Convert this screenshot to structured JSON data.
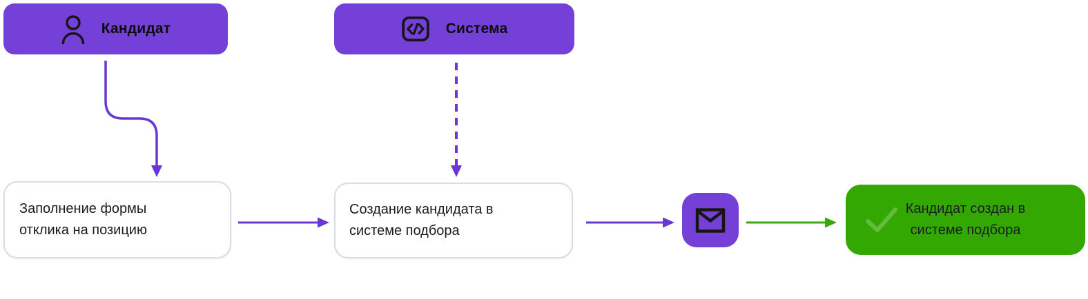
{
  "colors": {
    "actor_fill": "#7440D8",
    "arrow_purple": "#6A36D4",
    "result_fill": "#33A702",
    "arrow_green": "#39A80D",
    "step_border": "#D8DBE8",
    "icon_stroke": "#161616"
  },
  "flow": {
    "actors": [
      {
        "label": "Кандидат",
        "icon": "person-icon"
      },
      {
        "label": "Система",
        "icon": "code-icon"
      }
    ],
    "steps": [
      {
        "label": "Заполнение формы\nотклика на позицию"
      },
      {
        "label": "Создание кандидата в\nсистеме подбора"
      }
    ],
    "notification": {
      "icon": "mail-icon"
    },
    "result": {
      "label": "Кандидат создан в\nсистеме подбора",
      "icon": "check-icon"
    }
  }
}
